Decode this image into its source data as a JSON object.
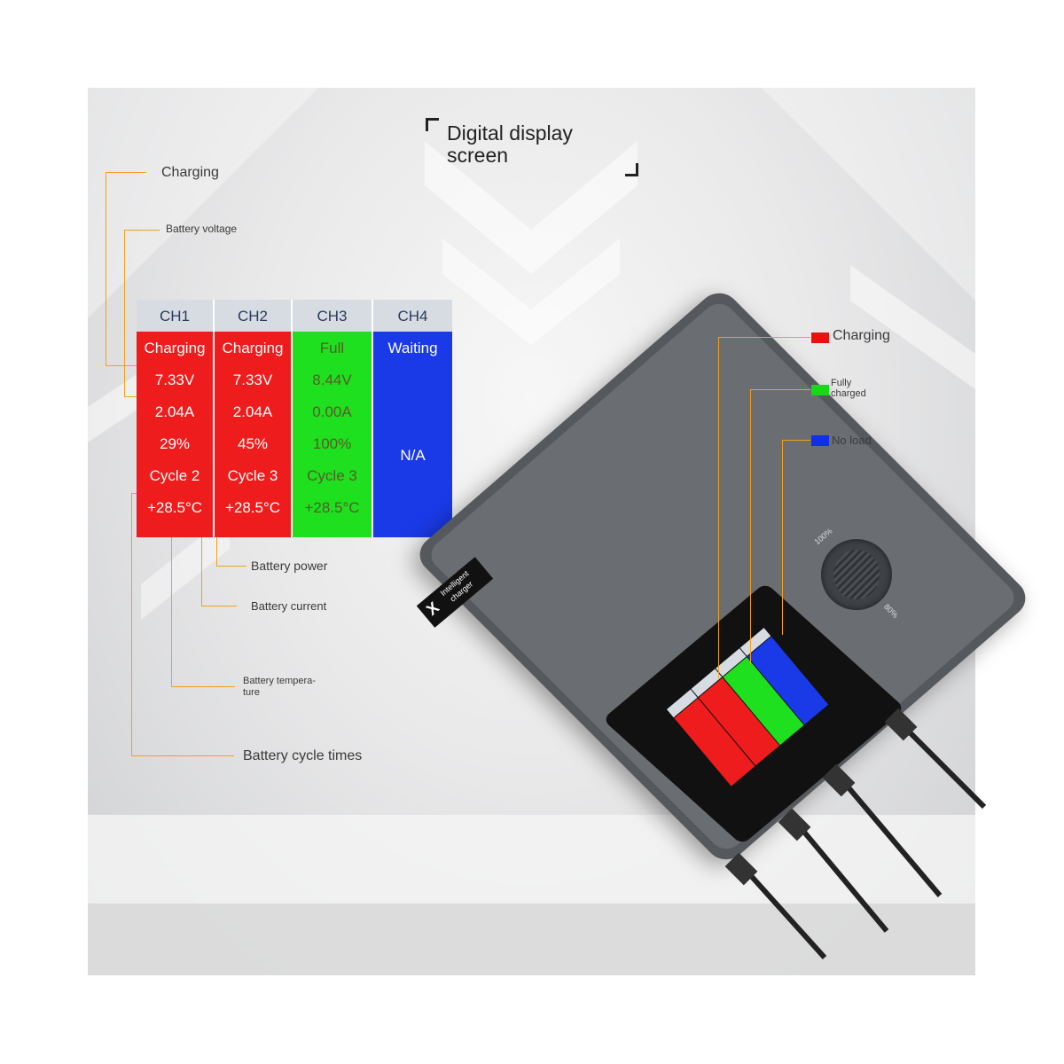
{
  "title": {
    "line1": "Digital display",
    "line2": "screen"
  },
  "left_labels": {
    "charging": "Charging",
    "battery_voltage": "Battery voltage",
    "battery_power": "Battery power",
    "battery_current": "Battery current",
    "battery_temperature_1": "Battery tempera-",
    "battery_temperature_2": "ture",
    "battery_cycle_times": "Battery cycle times"
  },
  "table": {
    "headers": [
      "CH1",
      "CH2",
      "CH3",
      "CH4"
    ],
    "ch1": [
      "Charging",
      "7.33V",
      "2.04A",
      "29%",
      "Cycle 2",
      "+28.5°C"
    ],
    "ch2": [
      "Charging",
      "7.33V",
      "2.04A",
      "45%",
      "Cycle 3",
      "+28.5°C"
    ],
    "ch3": [
      "Full",
      "8.44V",
      "0.00A",
      "100%",
      "Cycle 3",
      "+28.5°C"
    ],
    "ch4": [
      "Waiting",
      "N/A"
    ]
  },
  "legend": {
    "charging": "Charging",
    "fully_1": "Fully",
    "fully_2": "charged",
    "no_load": "No load",
    "colors": {
      "charging": "#e81010",
      "full": "#18d818",
      "no_load": "#1030e8"
    }
  },
  "device": {
    "brand_1": "Intelligent",
    "brand_2": "charger",
    "dial_top": "100%",
    "dial_bottom": "80%"
  },
  "colors": {
    "red": "#ee1c1c",
    "green": "#1ee01e",
    "blue": "#1a3ae8",
    "header": "#d6dce2",
    "accent": "#f0a020"
  }
}
